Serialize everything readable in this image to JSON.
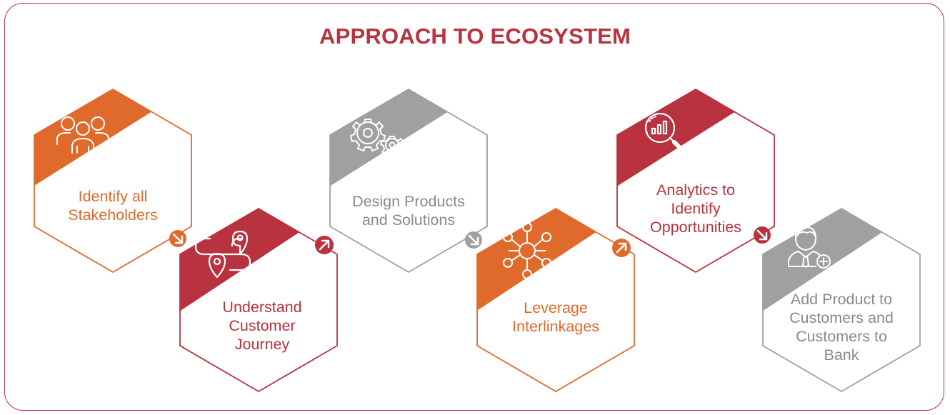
{
  "title": "APPROACH TO ECOSYSTEM",
  "colors": {
    "red": "#b8323f",
    "orange": "#e06a2c",
    "gray": "#a0a0a0"
  },
  "steps": [
    {
      "lines": [
        "Identify all",
        "Stakeholders"
      ],
      "color": "#e06a2c",
      "icon": "people-group-icon",
      "connector": "arrow-down-right-icon"
    },
    {
      "lines": [
        "Understand",
        "Customer",
        "Journey"
      ],
      "color": "#b8323f",
      "icon": "route-map-pin-icon",
      "connector": "arrow-up-right-icon"
    },
    {
      "lines": [
        "Design Products",
        "and Solutions"
      ],
      "color": "#a0a0a0",
      "icon": "gears-icon",
      "connector": "arrow-down-right-icon"
    },
    {
      "lines": [
        "Leverage",
        "Interlinkages"
      ],
      "color": "#e06a2c",
      "icon": "network-hub-icon",
      "connector": "arrow-up-right-icon"
    },
    {
      "lines": [
        "Analytics to",
        "Identify",
        "Opportunities"
      ],
      "color": "#b8323f",
      "icon": "magnifier-chart-icon",
      "connector": "arrow-down-right-icon"
    },
    {
      "lines": [
        "Add Product to",
        "Customers and",
        "Customers to",
        "Bank"
      ],
      "color": "#a0a0a0",
      "icon": "person-add-icon"
    }
  ]
}
